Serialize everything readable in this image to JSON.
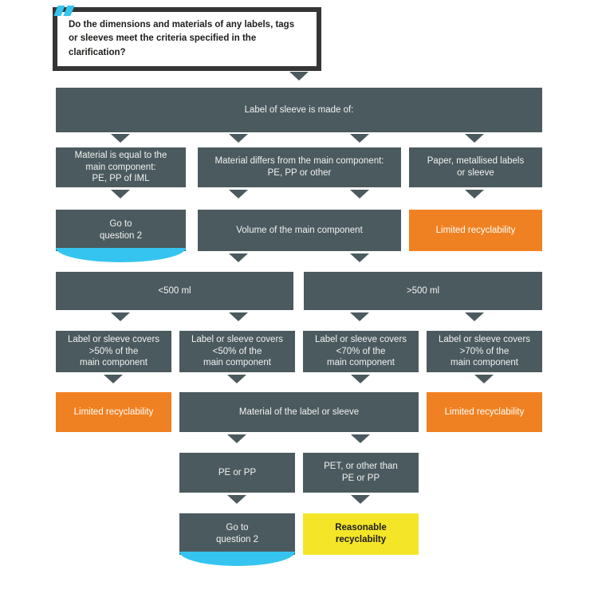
{
  "meta": {
    "title": "Label / sleeve recyclability decision flowchart",
    "colors": {
      "dark": "#4b5a5e",
      "orange": "#f08122",
      "yellow": "#f4e529",
      "cyan": "#35c4ef",
      "border": "#353535",
      "background": "#ffffff"
    }
  },
  "question": {
    "text": "Do the dimensions and materials of any labels, tags or sleeves meet the criteria specified in the clarification?",
    "decoration": "cyan-double-chevron"
  },
  "nodes": {
    "label_made_of": "Label of sleeve is made of:",
    "material_equal": "Material is equal to the\nmain component:\nPE, PP of IML",
    "material_differs": "Material differs from the main component:\nPE, PP or other",
    "paper_metallised": "Paper, metallised labels\nor sleeve",
    "go_to_q2_top": "Go to\nquestion 2",
    "volume_main": "Volume of the main component",
    "limited_rec_top_right": "Limited recyclability",
    "volume_under_500": "<500 ml",
    "volume_over_500": ">500 ml",
    "covers_over_50": "Label or sleeve covers\n>50% of the\nmain component",
    "covers_under_50": "Label or sleeve covers\n<50% of the\nmain component",
    "covers_under_70": "Label or sleeve covers\n<70% of the\nmain component",
    "covers_over_70": "Label or sleeve covers\n>70% of the\nmain component",
    "limited_rec_left": "Limited recyclability",
    "material_label_sleeve": "Material of the label or sleeve",
    "limited_rec_right": "Limited recyclability",
    "pe_or_pp": "PE or PP",
    "pet_other": "PET, or other than\nPE or PP",
    "go_to_q2_bottom": "Go to\nquestion 2",
    "reasonable_rec": "Reasonable\nrecyclabilty"
  }
}
